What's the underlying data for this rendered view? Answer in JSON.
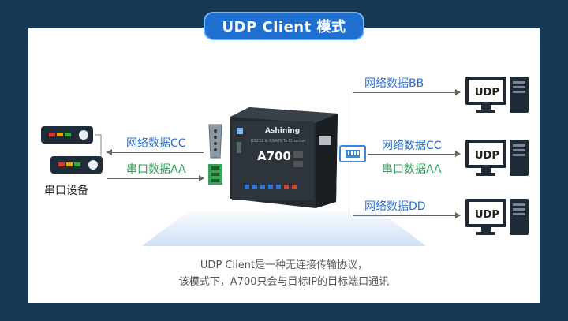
{
  "title": "UDP Client 模式",
  "serial_device_label": "串口设备",
  "left_link": {
    "network_data": "网络数据CC",
    "serial_data": "串口数据AA"
  },
  "device": {
    "brand": "Ashining",
    "model": "A700",
    "subtitle": "RS232 & RS485 To Ethernet"
  },
  "right_links": [
    {
      "label": "网络数据BB",
      "style": "blue"
    },
    {
      "label": "网络数据CC",
      "style": "blue"
    },
    {
      "label": "串口数据AA",
      "style": "green"
    },
    {
      "label": "网络数据DD",
      "style": "blue"
    }
  ],
  "pcs": [
    {
      "label": "UDP"
    },
    {
      "label": "UDP"
    },
    {
      "label": "UDP"
    }
  ],
  "caption": {
    "line1": "UDP Client是一种无连接传输协议，",
    "line2": "该模式下，A700只会与目标IP的目标端口通讯"
  },
  "colors": {
    "background": "#163a55",
    "blue_text": "#2a6fc9",
    "green_text": "#2f9e58",
    "accent": "#1f6fd1"
  }
}
